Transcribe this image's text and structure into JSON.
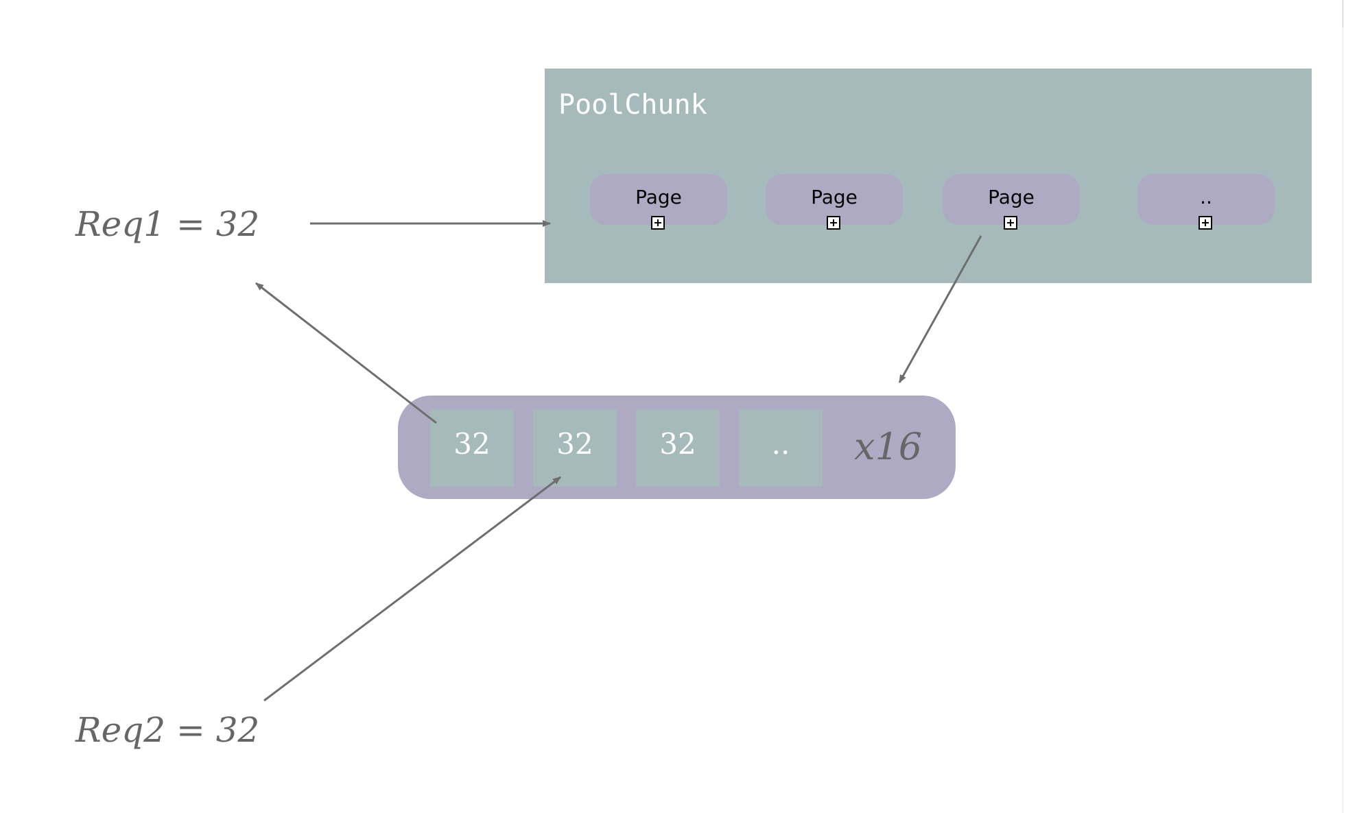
{
  "requests": [
    {
      "label": "Req1 = 32"
    },
    {
      "label": "Req2 = 32"
    }
  ],
  "pool_chunk": {
    "title": "PoolChunk",
    "pages": [
      {
        "label": "Page",
        "icon": "plus-box-icon"
      },
      {
        "label": "Page",
        "icon": "plus-box-icon"
      },
      {
        "label": "Page",
        "icon": "plus-box-icon"
      },
      {
        "label": "..",
        "icon": "plus-box-icon"
      }
    ]
  },
  "subpage": {
    "cells": [
      "32",
      "32",
      "32",
      ".."
    ],
    "multiplier": "x16"
  },
  "colors": {
    "chunk_fill": "#a6babb",
    "page_fill": "#afaac4",
    "arrow": "#6e6e6e",
    "label_text": "#666666"
  }
}
